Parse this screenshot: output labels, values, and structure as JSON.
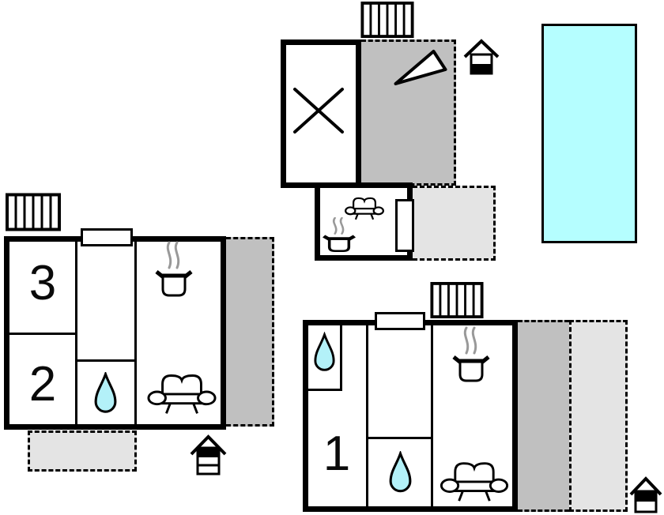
{
  "plan_title": "holiday-home-floor-plan",
  "colors": {
    "wall": "#000000",
    "pool": "#b5feff",
    "water": "#b3f1f8",
    "terrace-dark": "#c0c0c0",
    "terrace-light": "#e4e4e4",
    "steam": "#999999"
  },
  "rooms": {
    "bedroom3": {
      "label": "3"
    },
    "bedroom2": {
      "label": "2"
    },
    "bedroom1": {
      "label": "1"
    }
  },
  "icons": {
    "stairs": "stairs-icon",
    "cross_room": "staircase-cross-icon",
    "awning": "awning-triangle-icon",
    "bbq": "bbq-grill-icon",
    "pot": "cooking-pot-icon",
    "sofa": "sofa-icon",
    "water_drop": "water-drop-icon",
    "pool": "swimming-pool"
  }
}
